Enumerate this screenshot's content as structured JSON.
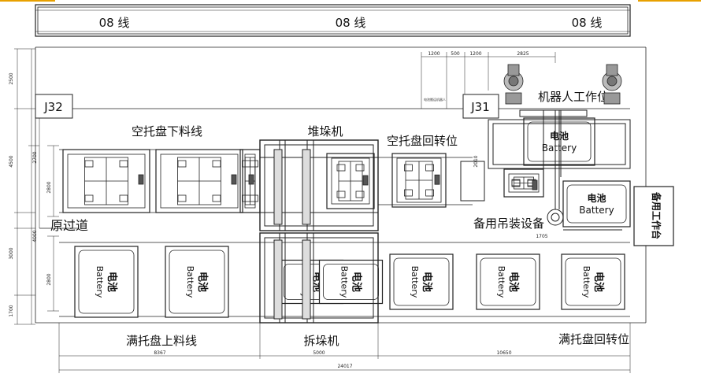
{
  "header": {
    "line_labels": [
      "08 线",
      "08 线",
      "08 线"
    ]
  },
  "zones": {
    "j32": "J32",
    "j31": "J31",
    "empty_tray_unload_line": "空托盘下料线",
    "stacker": "堆垛机",
    "empty_tray_rotator": "空托盘回转位",
    "robot_station": "机器人工作位",
    "spare_lifting_equipment": "备用吊装设备",
    "spare_workbench": "备用工作台",
    "aisle": "原过道",
    "full_tray_load_line": "满托盘上料线",
    "destacker": "拆垛机",
    "full_tray_rotator": "满托盘回转位",
    "small_tag": "电池搬运机器人"
  },
  "battery": {
    "cn": "电池",
    "en": "Battery"
  },
  "dimensions": {
    "top": [
      "1200",
      "500",
      "1200",
      "2825"
    ],
    "left": [
      "2500",
      "4500",
      "2700",
      "2800",
      "4000",
      "3000",
      "2800",
      "1700"
    ],
    "middle": [
      "2010",
      "1705"
    ],
    "bottom": [
      "8367",
      "5000",
      "10650",
      "24017"
    ]
  },
  "colors": {
    "line": "#222222",
    "frame_fill": "#ffffff",
    "accent": "#e8a000"
  }
}
